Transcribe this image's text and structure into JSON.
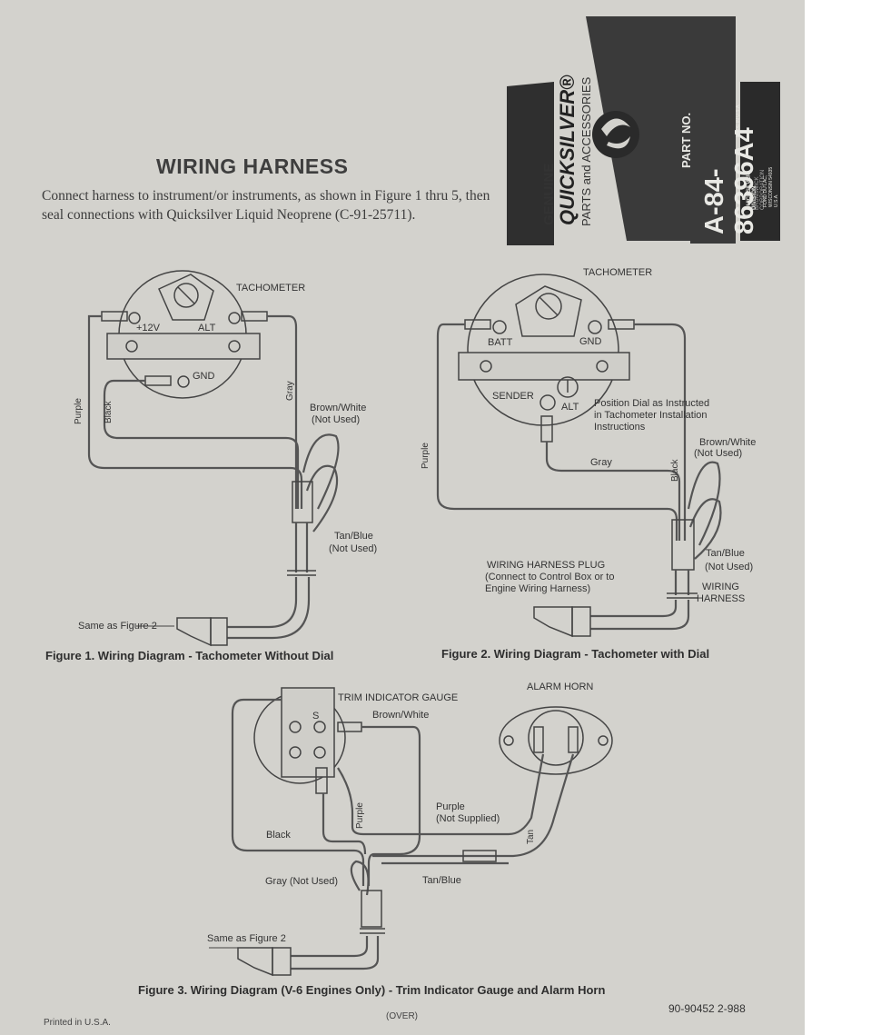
{
  "header": {
    "title": "WIRING HARNESS",
    "intro": "Connect harness to instrument/or instruments, as shown in Figure 1 thru 5, then seal connections with Quicksilver Liquid Neoprene (C-91-25711)."
  },
  "logo": {
    "genuine": "GENUINE",
    "brand": "QUICKSILVER®",
    "parts": "PARTS and ACCESSORIES",
    "part_no_label": "PART NO.",
    "part_no": "A-84-86396A4",
    "made_in": "MADE IN U.S.A.",
    "division_line1": "QUICKSILVER DIVISION",
    "division_line2": "BRUNSWICK CORPORATION",
    "division_line3": "FOND DU LAC, WISCONSIN 54935 U.S.A."
  },
  "fig1": {
    "tachometer": "TACHOMETER",
    "plus12v": "+12V",
    "alt": "ALT",
    "gnd": "GND",
    "purple": "Purple",
    "black": "Black",
    "gray": "Gray",
    "brown_white": "Brown/White",
    "not_used_1": "(Not Used)",
    "tan_blue": "Tan/Blue",
    "not_used_2": "(Not Used)",
    "same_as": "Same as Figure 2",
    "caption": "Figure 1. Wiring Diagram - Tachometer Without Dial"
  },
  "fig2": {
    "tachometer": "TACHOMETER",
    "batt": "BATT",
    "gnd": "GND",
    "sender": "SENDER",
    "alt": "ALT",
    "position_dial_1": "Position Dial as Instructed",
    "position_dial_2": "in Tachometer Installation",
    "position_dial_3": "Instructions",
    "purple": "Purple",
    "gray": "Gray",
    "black": "Black",
    "brown_white": "Brown/White",
    "not_used_1": "(Not Used)",
    "tan_blue": "Tan/Blue",
    "not_used_2": "(Not Used)",
    "plug_1": "WIRING HARNESS PLUG",
    "plug_2": "(Connect to Control Box or to",
    "plug_3": "Engine Wiring Harness)",
    "harness_1": "WIRING",
    "harness_2": "HARNESS",
    "caption": "Figure 2. Wiring Diagram - Tachometer with Dial"
  },
  "fig3": {
    "trim_gauge": "TRIM INDICATOR GAUGE",
    "alarm_horn": "ALARM HORN",
    "s": "S",
    "brown_white": "Brown/White",
    "purple": "Purple",
    "purple_ns_1": "Purple",
    "purple_ns_2": "(Not Supplied)",
    "tan": "Tan",
    "black": "Black",
    "gray_not_used": "Gray (Not Used)",
    "tan_blue": "Tan/Blue",
    "same_as": "Same as Figure 2",
    "caption": "Figure 3. Wiring Diagram (V-6 Engines Only) - Trim Indicator Gauge and Alarm Horn"
  },
  "footer": {
    "printed": "Printed in U.S.A.",
    "over": "(OVER)",
    "doc_no": "90-90452  2-988"
  }
}
